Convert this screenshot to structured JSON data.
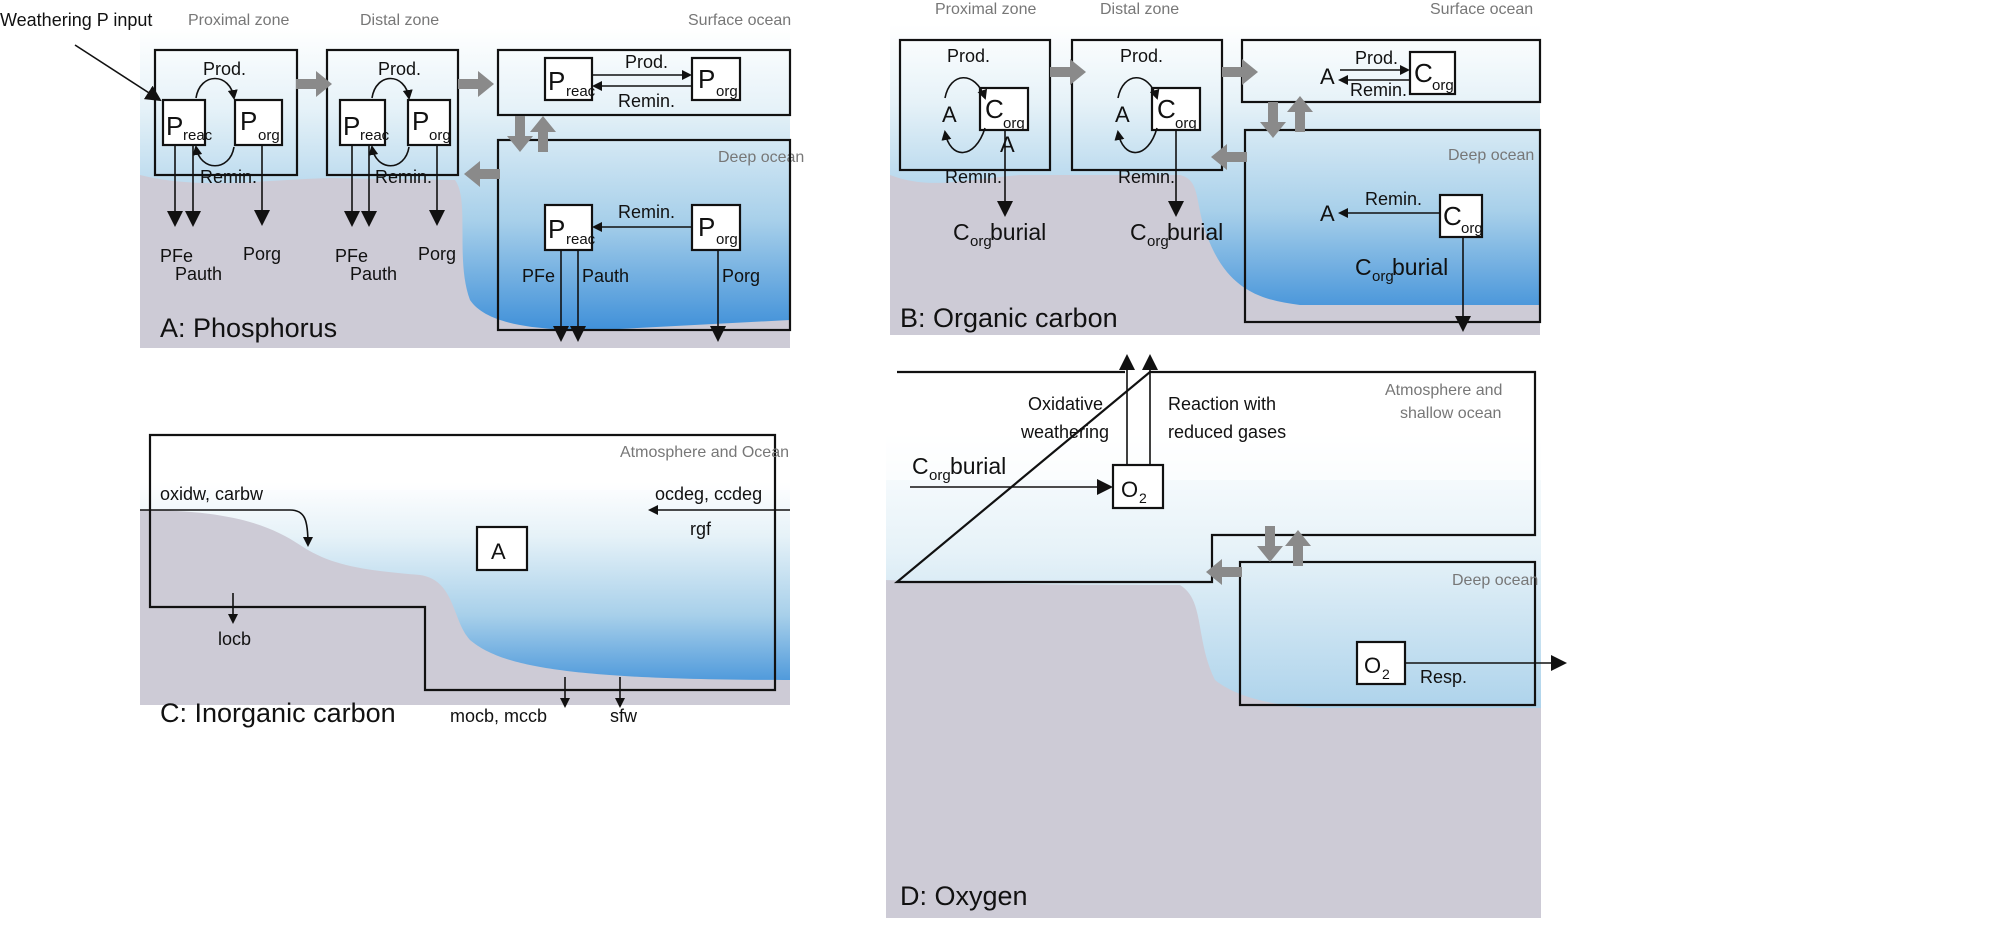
{
  "colors": {
    "land": "#cdcbd6",
    "ocean_light": "#d6eaf4",
    "ocean_deep": "#2f86d6",
    "flux_arrow": "#8a8a8a"
  },
  "panel_a": {
    "title": "A: Phosphorus",
    "weathering_input": "Weathering P input",
    "proximal": "Proximal zone",
    "distal": "Distal zone",
    "surface": "Surface ocean",
    "deep": "Deep ocean",
    "P": "P",
    "reac": "reac",
    "org": "org",
    "prod": "Prod.",
    "remin": "Remin.",
    "pfe": "PFe",
    "pauth": "Pauth",
    "porg": "Porg"
  },
  "panel_b": {
    "title": "B: Organic carbon",
    "proximal": "Proximal zone",
    "distal": "Distal zone",
    "surface": "Surface ocean",
    "deep": "Deep ocean",
    "C": "C",
    "org": "org",
    "A": "A",
    "prod": "Prod.",
    "remin": "Remin.",
    "burial": "burial"
  },
  "panel_c": {
    "title": "C: Inorganic carbon",
    "region": "Atmosphere and Ocean",
    "A": "A",
    "oxidw": "oxidw, carbw",
    "ocdeg": "ocdeg, ccdeg",
    "rgf": "rgf",
    "locb": "locb",
    "mocb": "mocb, mccb",
    "sfw": "sfw"
  },
  "panel_d": {
    "title": "D: Oxygen",
    "region_line1": "Atmosphere and",
    "region_line2": "shallow ocean",
    "deep": "Deep ocean",
    "oxw_line1": "Oxidative",
    "oxw_line2": "weathering",
    "red_line1": "Reaction with",
    "red_line2": "reduced gases",
    "C": "C",
    "org": "org",
    "burial": "burial",
    "O": "O",
    "two": "2",
    "resp": "Resp."
  }
}
